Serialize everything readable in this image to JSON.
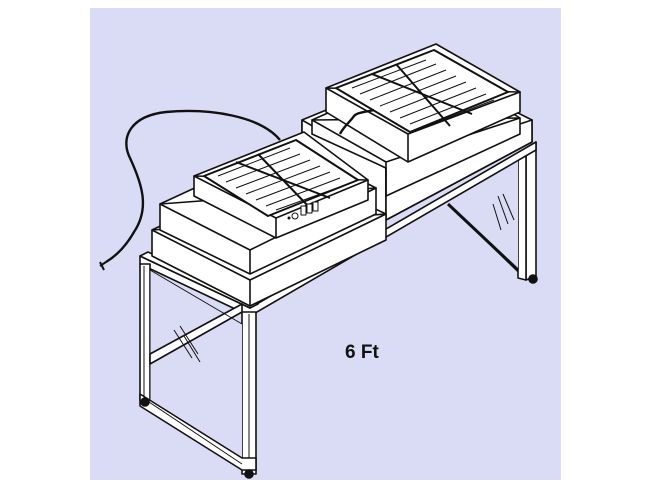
{
  "figure": {
    "subject": "Benchtop laminar flow hood with two fan filter units on steel frame stand",
    "size_label": "6 Ft",
    "background_color": "#d9dcf4",
    "line_color": "#111111",
    "fill_color": "#ffffff",
    "components": [
      {
        "name": "front-filter-unit",
        "features": [
          "filter-grille",
          "control-switches",
          "power-cord"
        ]
      },
      {
        "name": "rear-filter-unit",
        "features": [
          "filter-grille"
        ]
      },
      {
        "name": "stand-frame",
        "features": [
          "glass-side-panels"
        ]
      }
    ]
  }
}
